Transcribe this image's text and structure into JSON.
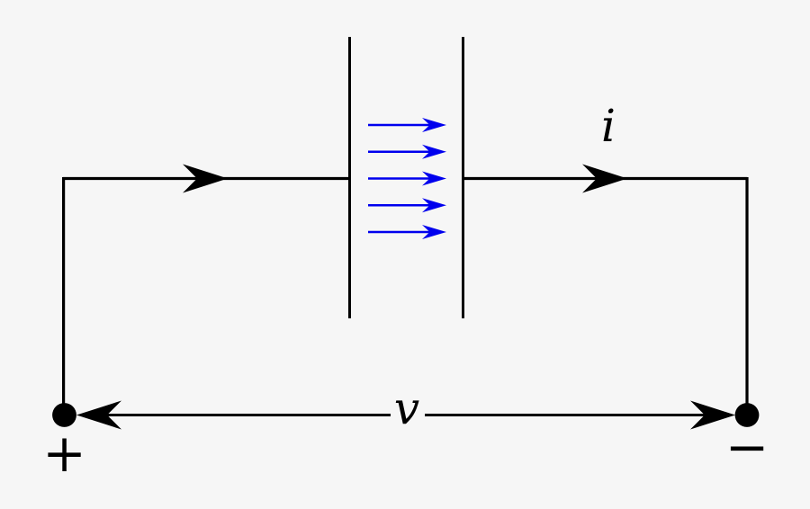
{
  "diagram": {
    "type": "capacitor-circuit",
    "labels": {
      "current": "i",
      "voltage": "v",
      "positive_terminal": "+",
      "negative_terminal": "−"
    },
    "capacitor": {
      "plate_count": 2,
      "field_arrows": {
        "count": 5,
        "direction": "right"
      }
    }
  },
  "colors": {
    "background": "#F6F6F6",
    "wire": "#000000",
    "field_arrow": "#0000EE",
    "text": "#000000"
  }
}
